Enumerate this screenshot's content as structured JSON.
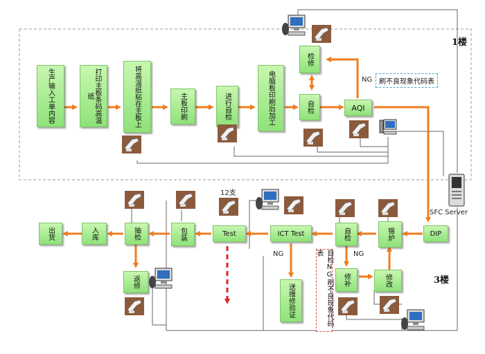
{
  "floors": {
    "floor1": "1楼",
    "floor3": "3楼"
  },
  "server": {
    "label": "SFC Server"
  },
  "floor1_steps": [
    {
      "id": "step-production-input",
      "text": "生产输入工单内容"
    },
    {
      "id": "step-print-barcode",
      "text": "打印主板条码高温纸"
    },
    {
      "id": "step-attach-label",
      "text": "将高温纸贴在主板上"
    },
    {
      "id": "step-board-print",
      "text": "主板印刷"
    },
    {
      "id": "step-self-check-1",
      "text": "进行自检"
    },
    {
      "id": "step-post-process",
      "text": "电脑板印刷后加工"
    },
    {
      "id": "step-self-check-2",
      "text": "自检"
    },
    {
      "id": "step-repair-1",
      "text": "检修"
    },
    {
      "id": "step-aqi",
      "text": "AQI"
    }
  ],
  "floor3_steps": [
    {
      "id": "step-dip",
      "text": "DIP"
    },
    {
      "id": "step-furnace",
      "text": "锡炉"
    },
    {
      "id": "step-self-check-3",
      "text": "自检"
    },
    {
      "id": "step-ict-test",
      "text": "ICT Test"
    },
    {
      "id": "step-test",
      "text": "Test"
    },
    {
      "id": "step-package",
      "text": "包装"
    },
    {
      "id": "step-sampling",
      "text": "抽检"
    },
    {
      "id": "step-warehouse",
      "text": "入库"
    },
    {
      "id": "step-ship",
      "text": "出货"
    },
    {
      "id": "step-rework-return",
      "text": "返修"
    },
    {
      "id": "step-patch",
      "text": "修补"
    },
    {
      "id": "step-modify",
      "text": "修改"
    },
    {
      "id": "step-send-repair",
      "text": "送维修验证"
    }
  ],
  "labels": {
    "ng_aqi": "NG",
    "ng_ict": "NG",
    "ng_selfcheck": "NG",
    "test_count": "12支"
  },
  "notes": {
    "aqi_note": "刷不良现象代码表",
    "floor3_note": "目检NG刷不良现象代码表"
  },
  "colors": {
    "flow_arrow": "#f07c1e",
    "box_fill": "#9ee68a",
    "wire": "#555555",
    "floor_border": "#999999",
    "dashed_red": "#e02020"
  }
}
